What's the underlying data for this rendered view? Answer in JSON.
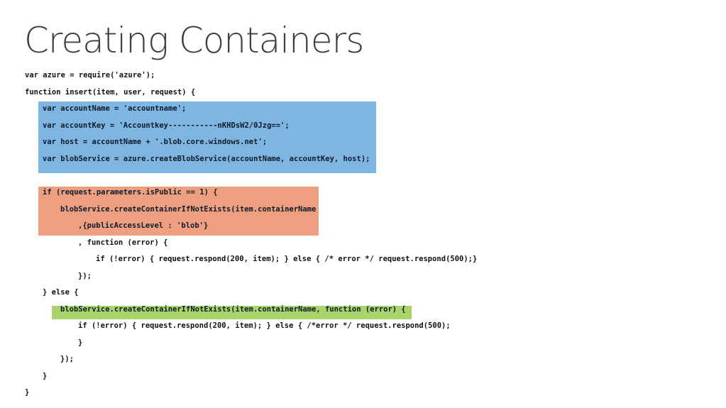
{
  "slide": {
    "title": "Creating Containers",
    "highlight_colors": {
      "blue": "#7fb6e1",
      "orange": "#ee9f7f",
      "green": "#a9d36b"
    },
    "code_lines": [
      "var azure = require('azure');",
      "function insert(item, user, request) {",
      "var accountName = 'accountname';",
      "var accountKey = 'Accountkey-----------nKHDsW2/0Jzg==';",
      "var host = accountName + '.blob.core.windows.net';",
      "var blobService = azure.createBlobService(accountName, accountKey, host);",
      "if (request.parameters.isPublic == 1) {",
      "blobService.createContainerIfNotExists(item.containerName",
      ",{publicAccessLevel : 'blob'}",
      ", function (error) {",
      "if (!error) { request.respond(200, item); } else { /* error */ request.respond(500);}",
      "});",
      "} else {",
      "blobService.createContainerIfNotExists(item.containerName, function (error) {",
      "if (!error) { request.respond(200, item); } else { /*error */ request.respond(500);",
      "}",
      "});",
      "}",
      "}"
    ]
  }
}
